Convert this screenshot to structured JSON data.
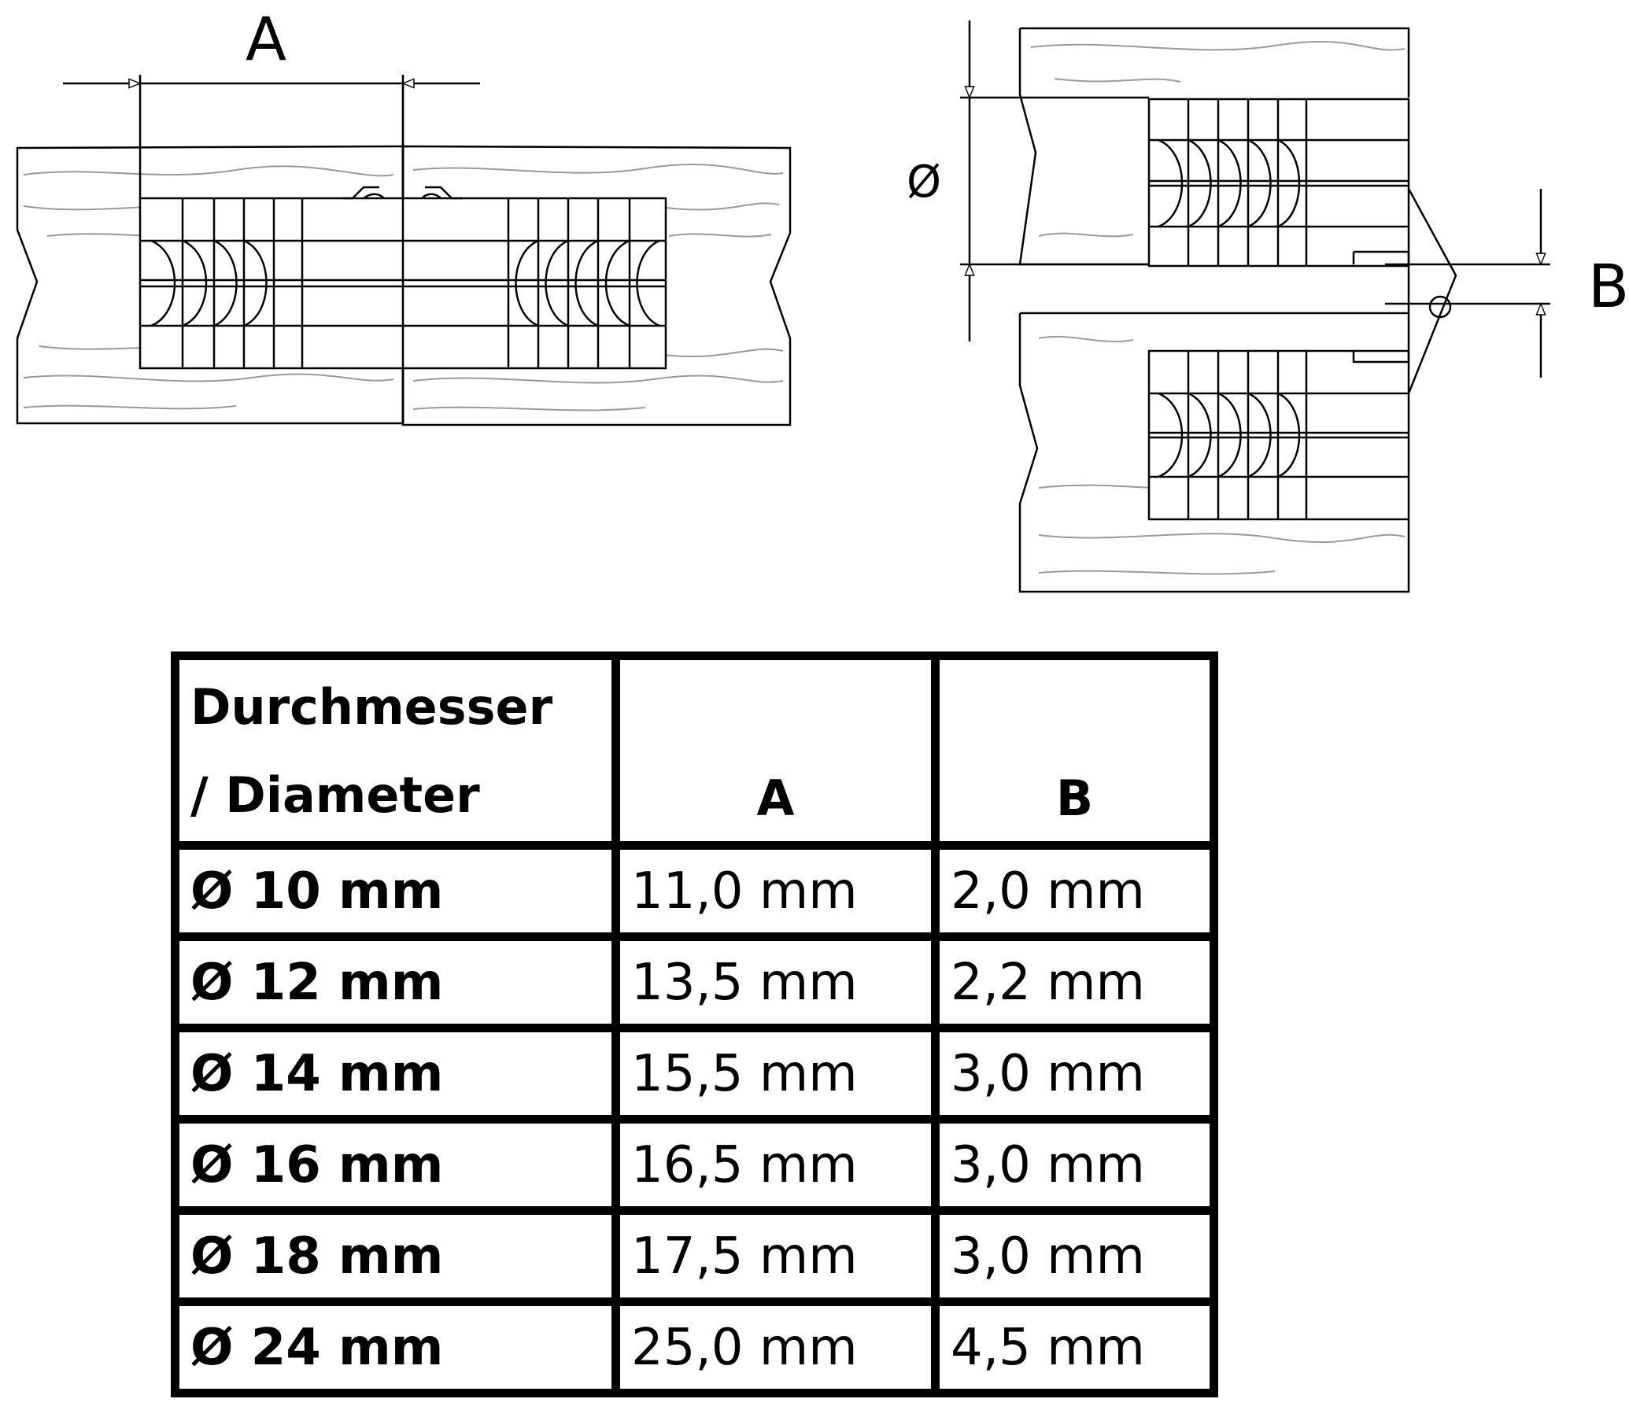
{
  "figure": {
    "label_a": "A",
    "label_b": "B",
    "label_diameter": "Ø"
  },
  "table": {
    "headers": {
      "diameter_line1": "Durchmesser",
      "diameter_line2": "/ Diameter",
      "col_a": "A",
      "col_b": "B"
    },
    "rows": [
      {
        "diameter": "Ø 10 mm",
        "a": "11,0 mm",
        "b": "2,0 mm"
      },
      {
        "diameter": "Ø 12 mm",
        "a": "13,5 mm",
        "b": "2,2 mm"
      },
      {
        "diameter": "Ø 14 mm",
        "a": "15,5 mm",
        "b": "3,0 mm"
      },
      {
        "diameter": "Ø 16 mm",
        "a": "16,5 mm",
        "b": "3,0 mm"
      },
      {
        "diameter": "Ø 18 mm",
        "a": "17,5 mm",
        "b": "3,0 mm"
      },
      {
        "diameter": "Ø 24 mm",
        "a": "25,0 mm",
        "b": "4,5 mm"
      }
    ]
  }
}
